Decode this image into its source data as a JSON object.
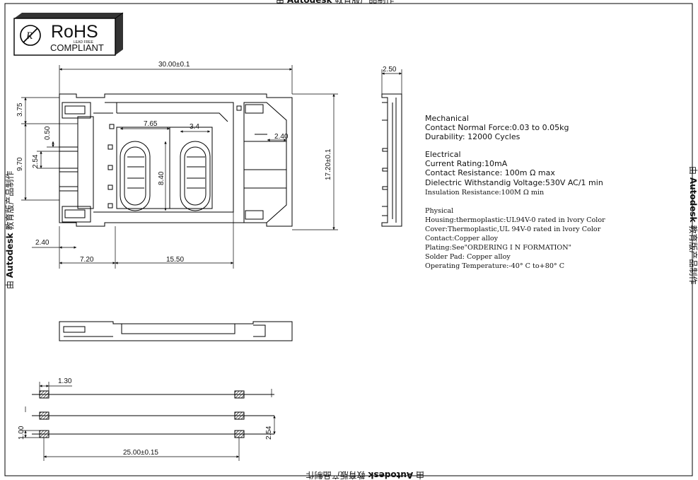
{
  "watermark": {
    "prefix": "由",
    "brand": "Autodesk",
    "suffix": "教育版产品制作"
  },
  "rohs": {
    "title": "RoHS",
    "lead_free": "LEAD FREE",
    "compliant": "COMPLIANT"
  },
  "top_view_dims": {
    "overall_width": "30.00±0.1",
    "top_offset": "3.75",
    "slot_gap": "0.50",
    "pitch": "2.54",
    "height": "9.70",
    "window_width": "7.65",
    "window_small": "3.4",
    "window_height": "8.40",
    "right_tab": "2.40",
    "overall_height": "17.20±0.1",
    "left_tab": "2.40",
    "left_part": "7.20",
    "right_part": "15.50"
  },
  "side_view_dims": {
    "thickness": "2.50"
  },
  "footprint_dims": {
    "pad_width": "1.30",
    "pad_height": "1.00",
    "row_pitch": "2.54",
    "pad_span": "25.00±0.15"
  },
  "specs": {
    "mechanical": {
      "heading": "Mechanical",
      "normal_force": "Contact Normal Force:0.03 to 0.05kg",
      "durability": "Durability: 12000 Cycles"
    },
    "electrical": {
      "heading": "Electrical",
      "current": "Current Rating:10mA",
      "resistance": "Contact Resistance: 100m Ω max",
      "dielectric": "Dielectric Withstandig Voltage:530V AC/1 min",
      "insulation": "Insulation Resistance:100M Ω min"
    },
    "physical": {
      "heading": "Physical",
      "housing": "Housing:thermoplastic:UL94V-0 rated in lvory Color",
      "cover": "Cover:Thermoplastic,UL 94V-0 rated in lvory Color",
      "contact": "Contact:Copper alloy",
      "plating": "Plating:See\"ORDERING I N FORMATION\"",
      "solder_pad": "Solder Pad: Copper alloy",
      "temperature": "Operating Temperature:-40° C to+80° C"
    }
  }
}
